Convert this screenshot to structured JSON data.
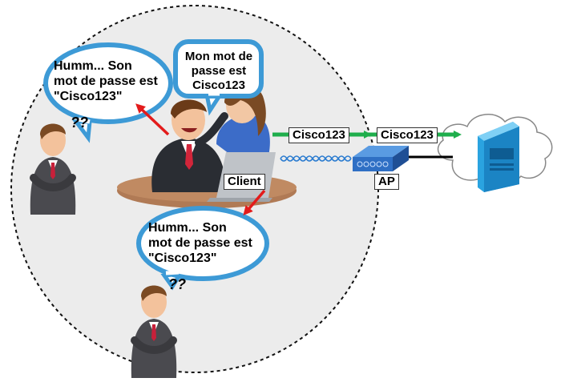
{
  "bubbles": {
    "left": [
      "Humm... Son",
      "mot de passe est",
      "\"Cisco123\""
    ],
    "center": [
      "Mon mot de",
      "passe est",
      "Cisco123"
    ],
    "bottom": [
      "Humm... Son",
      "mot de passe est",
      "\"Cisco123\""
    ]
  },
  "labels": {
    "client": "Client",
    "ap": "AP",
    "packet1": "Cisco123",
    "packet2": "Cisco123"
  },
  "thinking": {
    "left": "??",
    "bottom": "??"
  },
  "colors": {
    "bubble_border": "#3d9ad6",
    "green_arrow": "#1fae4c",
    "red_arrow": "#e31b1b",
    "ap_blue": "#2f6fc4",
    "server_blue": "#1a8fd0",
    "coverage_fill": "#ececec"
  },
  "icons": [
    "eavesdropper-person",
    "client-person",
    "companion-person",
    "laptop",
    "access-point",
    "cloud",
    "server"
  ]
}
